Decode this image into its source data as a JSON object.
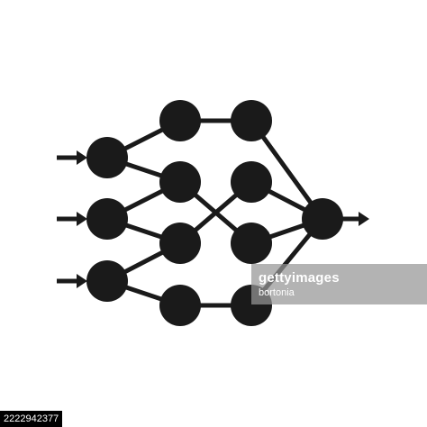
{
  "diagram": {
    "type": "neural-network-icon",
    "colors": {
      "ink": "#1a1a1a",
      "background": "#ffffff"
    },
    "layers": {
      "input": [
        "input-node-1",
        "input-node-2",
        "input-node-3"
      ],
      "hidden_1": [
        "hidden1-node-1",
        "hidden1-node-2",
        "hidden1-node-3",
        "hidden1-node-4"
      ],
      "hidden_2": [
        "hidden2-node-1",
        "hidden2-node-2",
        "hidden2-node-3",
        "hidden2-node-4"
      ],
      "output": [
        "output-node"
      ]
    },
    "connections": [
      [
        "input-node-1",
        "hidden1-node-1"
      ],
      [
        "input-node-1",
        "hidden1-node-2"
      ],
      [
        "input-node-2",
        "hidden1-node-2"
      ],
      [
        "input-node-2",
        "hidden1-node-3"
      ],
      [
        "input-node-3",
        "hidden1-node-3"
      ],
      [
        "input-node-3",
        "hidden1-node-4"
      ],
      [
        "hidden1-node-1",
        "hidden2-node-1"
      ],
      [
        "hidden1-node-2",
        "hidden2-node-3"
      ],
      [
        "hidden1-node-3",
        "hidden2-node-2"
      ],
      [
        "hidden1-node-4",
        "hidden2-node-4"
      ],
      [
        "hidden2-node-1",
        "output-node"
      ],
      [
        "hidden2-node-2",
        "output-node"
      ],
      [
        "hidden2-node-3",
        "output-node"
      ],
      [
        "hidden2-node-4",
        "output-node"
      ]
    ],
    "input_arrows": 3,
    "output_arrows": 1
  },
  "watermark": {
    "brand": "gettyimages",
    "credit": "bortonia"
  },
  "image_id": "2222942377"
}
